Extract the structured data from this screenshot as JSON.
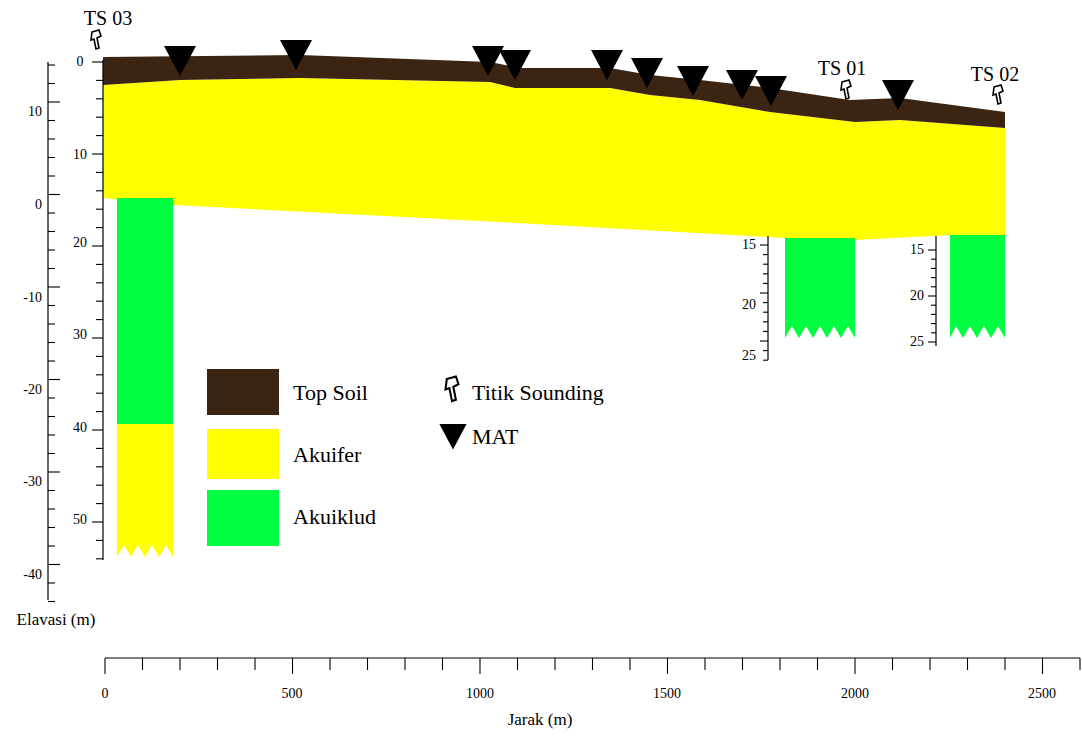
{
  "diagram": {
    "labels": [
      "TS 03",
      "TS 01",
      "TS 02",
      "0",
      "10",
      "20",
      "30",
      "40",
      "50",
      "10",
      "0",
      "-10",
      "-20",
      "-30",
      "-40",
      "15",
      "20",
      "25",
      "15",
      "20",
      "25",
      "Elavasi (m)",
      "0",
      "500",
      "1000",
      "1500",
      "2000",
      "2500",
      "Jarak (m)"
    ],
    "legend": [
      {
        "text": "Top Soil",
        "color": "#3b2512"
      },
      {
        "text": "Akuifer",
        "color": "#ffff00"
      },
      {
        "text": "Akuiklud",
        "color": "#00ff40"
      },
      {
        "text": "Titik Sounding"
      },
      {
        "text": "MAT"
      }
    ]
  }
}
